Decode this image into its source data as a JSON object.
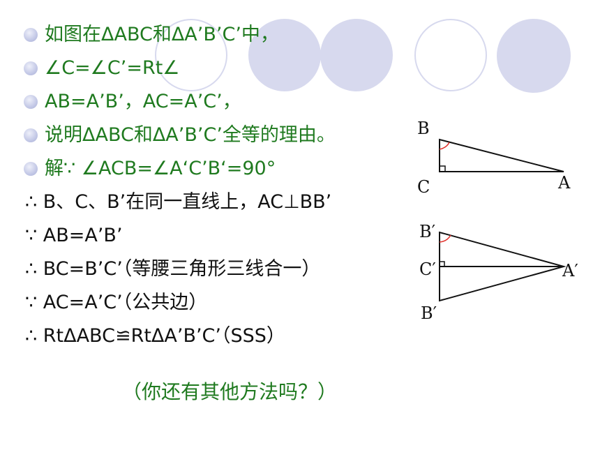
{
  "lines": [
    {
      "text": "如图在ΔABC和ΔA’B’C’中，",
      "color": "green",
      "bullet": true
    },
    {
      "text": "∠C=∠C’=Rt∠",
      "color": "green",
      "bullet": true
    },
    {
      "text": " AB=A’B’，AC=A’C’，",
      "color": "green",
      "bullet": true
    },
    {
      "text": "说明ΔABC和ΔA’B’C’全等的理由。",
      "color": "green",
      "bullet": true
    },
    {
      "text": "解∵ ∠ACB=∠A‘C’B‘=90°",
      "color": "green",
      "bullet": true
    },
    {
      "text": "∴ B、C、B’在同一直线上，AC⊥BB’",
      "color": "black",
      "bullet": false
    },
    {
      "text": "∵ AB=A’B’",
      "color": "black",
      "bullet": false
    },
    {
      "text": "∴ BC=B’C’（等腰三角形三线合一）",
      "color": "black",
      "bullet": false
    },
    {
      "text": "∵ AC=A’C’（公共边）",
      "color": "black",
      "bullet": false
    },
    {
      "text": "∴ RtΔABC≌RtΔA’B’C’（SSS）",
      "color": "black",
      "bullet": false
    }
  ],
  "note": "（你还有其他方法吗？）",
  "figure1": {
    "B": "B",
    "C": "C",
    "A": "A"
  },
  "figure2": {
    "B_top": "B′",
    "C": "C′",
    "A": "A′",
    "B_bottom": "B′"
  },
  "colors": {
    "green": "#1f7a1f",
    "black": "#111111",
    "circle": "#d7d9ee",
    "angle_mark": "#e0302a"
  }
}
